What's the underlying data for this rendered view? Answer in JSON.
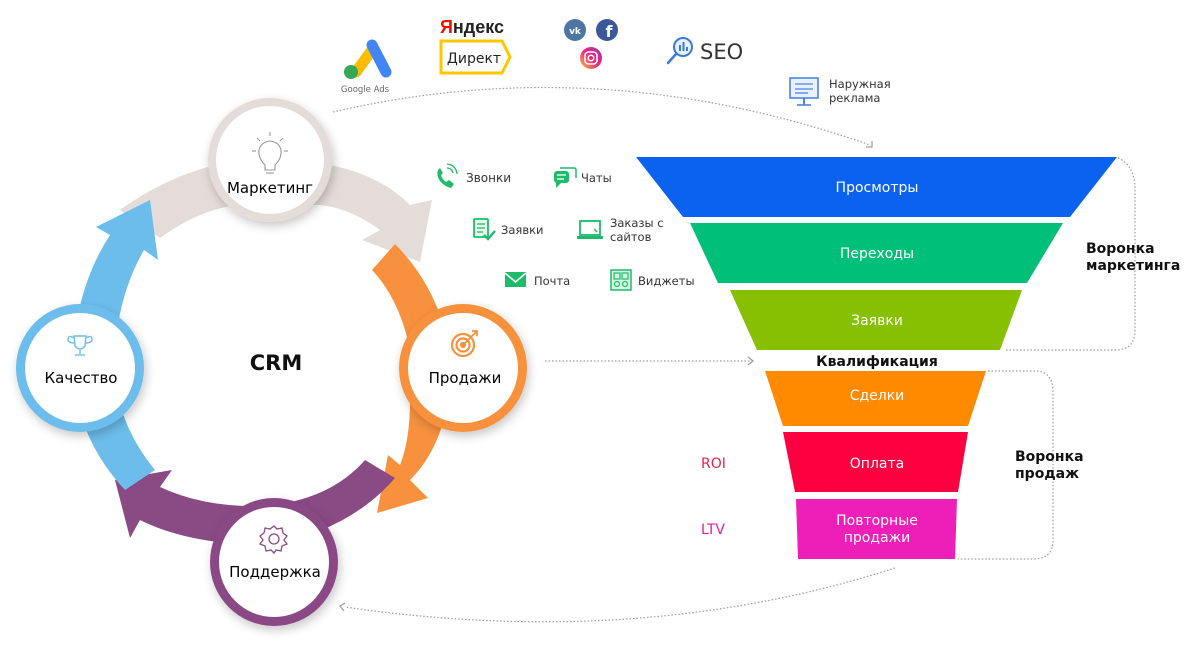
{
  "title": "CRM",
  "cycle": {
    "center_label": "CRM",
    "stages": [
      {
        "id": "marketing",
        "label": "Маркетинг",
        "icon": "lightbulb-icon",
        "color": "#e3dcd8"
      },
      {
        "id": "sales",
        "label": "Продажи",
        "icon": "target-icon",
        "color": "#f7913d"
      },
      {
        "id": "support",
        "label": "Поддержка",
        "icon": "gear-icon",
        "color": "#8a4a84"
      },
      {
        "id": "quality",
        "label": "Качество",
        "icon": "trophy-icon",
        "color": "#6cbdec"
      }
    ]
  },
  "sources": {
    "google_ads": "Google Ads",
    "yandex": "Яндекс",
    "direct": "Директ",
    "social": [
      "vk-icon",
      "facebook-icon",
      "instagram-icon"
    ],
    "seo": "SEO",
    "outdoor": "Наружная реклама",
    "outdoor_lines": [
      "Наружная",
      "реклама"
    ]
  },
  "channels": [
    {
      "label": "Звонки",
      "icon": "phone-icon"
    },
    {
      "label": "Чаты",
      "icon": "chat-icon"
    },
    {
      "label": "Заявки",
      "icon": "form-check-icon"
    },
    {
      "label": "Заказы с сайтов",
      "lines": [
        "Заказы с",
        "сайтов"
      ],
      "icon": "laptop-icon"
    },
    {
      "label": "Почта",
      "icon": "mail-icon"
    },
    {
      "label": "Виджеты",
      "icon": "widgets-icon"
    }
  ],
  "funnel": {
    "marketing_label": [
      "Воронка",
      "маркетинга"
    ],
    "sales_label": [
      "Воронка",
      "продаж"
    ],
    "qualification": "Квалификация",
    "stages": [
      {
        "label": "Просмотры",
        "color": "#0a62ee"
      },
      {
        "label": "Переходы",
        "color": "#00bf79"
      },
      {
        "label": "Заявки",
        "color": "#86c000"
      },
      {
        "label": "Сделки",
        "color": "#ff8a00"
      },
      {
        "label": "Оплата",
        "color": "#fc003f"
      },
      {
        "label": "Повторные продажи",
        "lines": [
          "Повторные",
          "продажи"
        ],
        "color": "#ee1fb9"
      }
    ],
    "metrics": [
      {
        "label": "ROI",
        "color": "#ef1f4c"
      },
      {
        "label": "LTV",
        "color": "#e91e9e"
      }
    ]
  }
}
